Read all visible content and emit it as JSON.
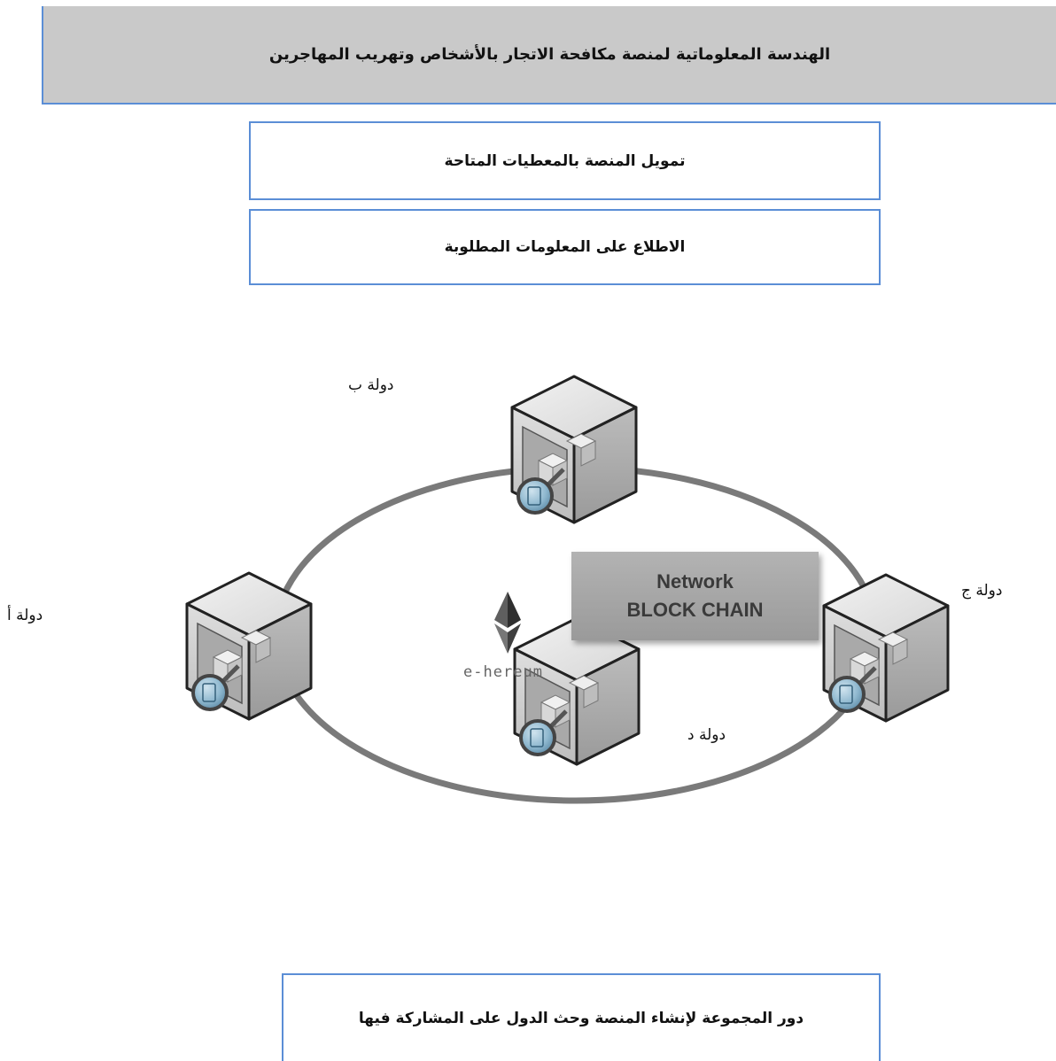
{
  "header": {
    "title": "الهندسة المعلوماتية لمنصة مكافحة الاتجار بالأشخاص وتهريب المهاجرين"
  },
  "steps": {
    "funding": "تمويل المنصة بالمعطيات المتاحة",
    "info": "الاطلاع على المعلومات المطلوبة"
  },
  "network": {
    "line1": "Network",
    "line2": "BLOCK CHAIN",
    "logo_text": "e-hereum",
    "ring_color": "#7a7a7a"
  },
  "nodes": {
    "a": "دولة أ",
    "b": "دولة ب",
    "c": "دولة ج",
    "d": "دولة د"
  },
  "footer": {
    "role": "دور المجموعة لإنشاء المنصة وحث الدول على المشاركة فيها"
  },
  "colors": {
    "box_border": "#5b8ed6",
    "header_bg": "#c9c9c9"
  }
}
